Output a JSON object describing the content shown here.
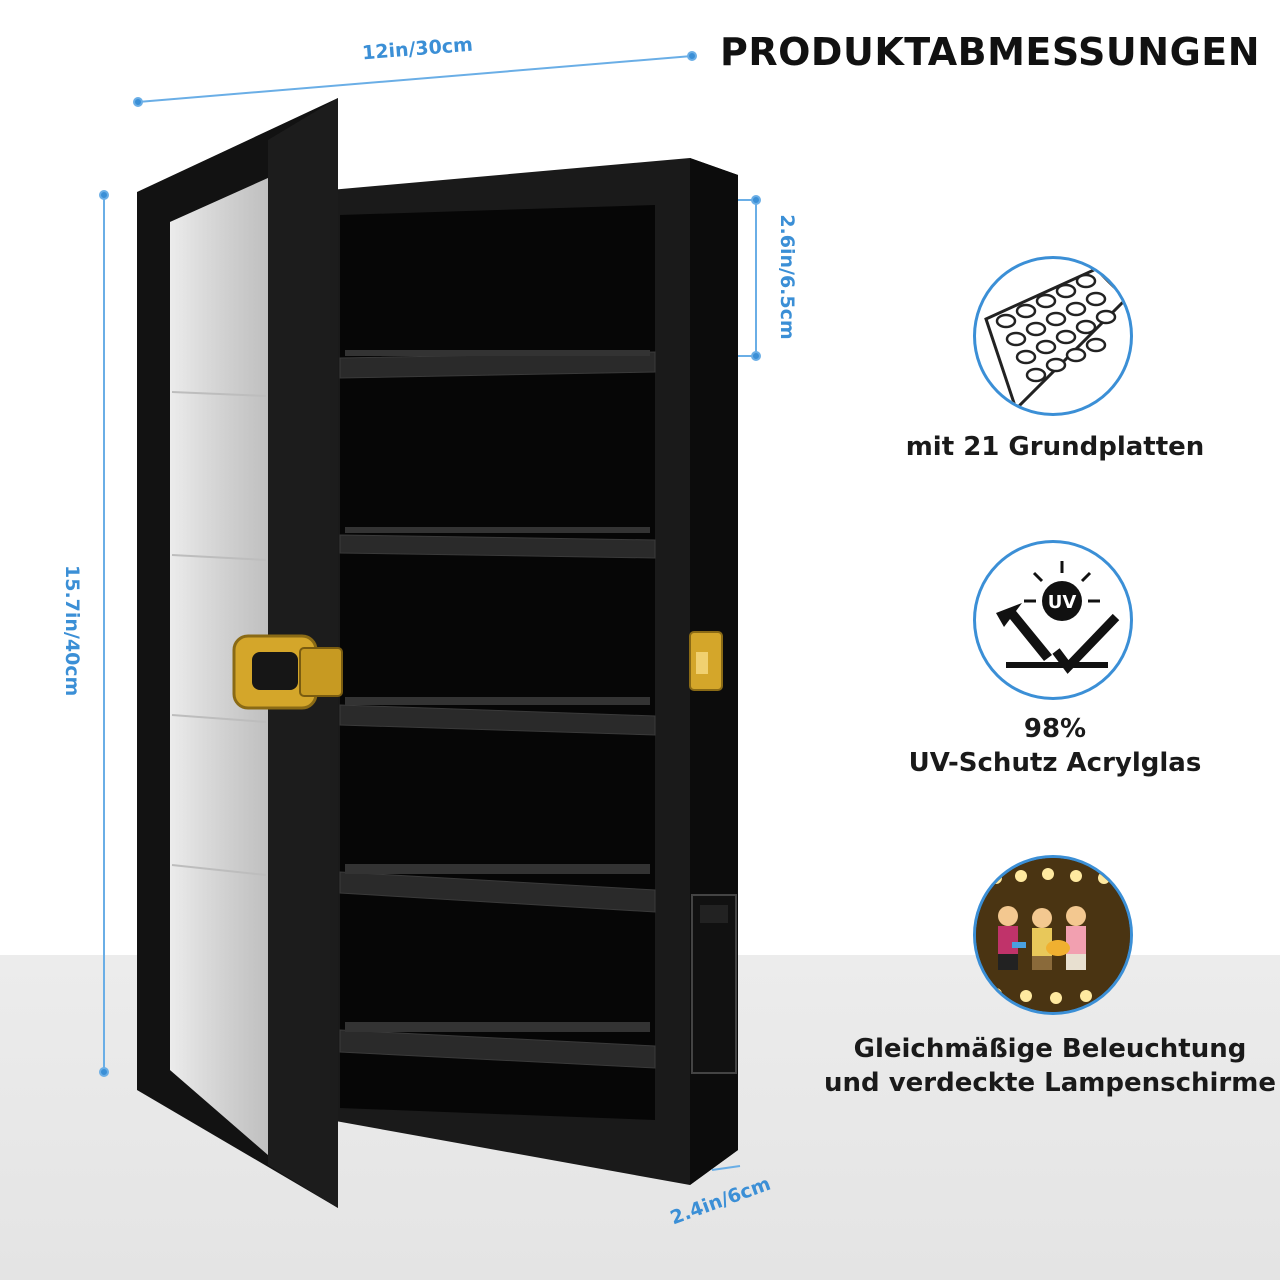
{
  "title": "PRODUKTABMESSUNGEN",
  "dimensions": {
    "width": "12in/30cm",
    "height": "15.7in/40cm",
    "shelf_gap": "2.6in/6.5cm",
    "depth": "2.4in/6cm"
  },
  "features": [
    {
      "icon": "baseplate-icon",
      "text": "mit 21 Grundplatten"
    },
    {
      "icon": "uv-protection-icon",
      "line1": "98%",
      "line2": "UV-Schutz Acrylglas"
    },
    {
      "icon": "led-lighting-figures-icon",
      "line1": "Gleichmäßige Beleuchtung",
      "line2": "und verdeckte Lampenschirme"
    }
  ],
  "icons": {
    "uv_badge": "UV"
  },
  "colors": {
    "accent": "#3b8fd6",
    "cabinet": "#121212",
    "latch": "#d4a62a"
  }
}
